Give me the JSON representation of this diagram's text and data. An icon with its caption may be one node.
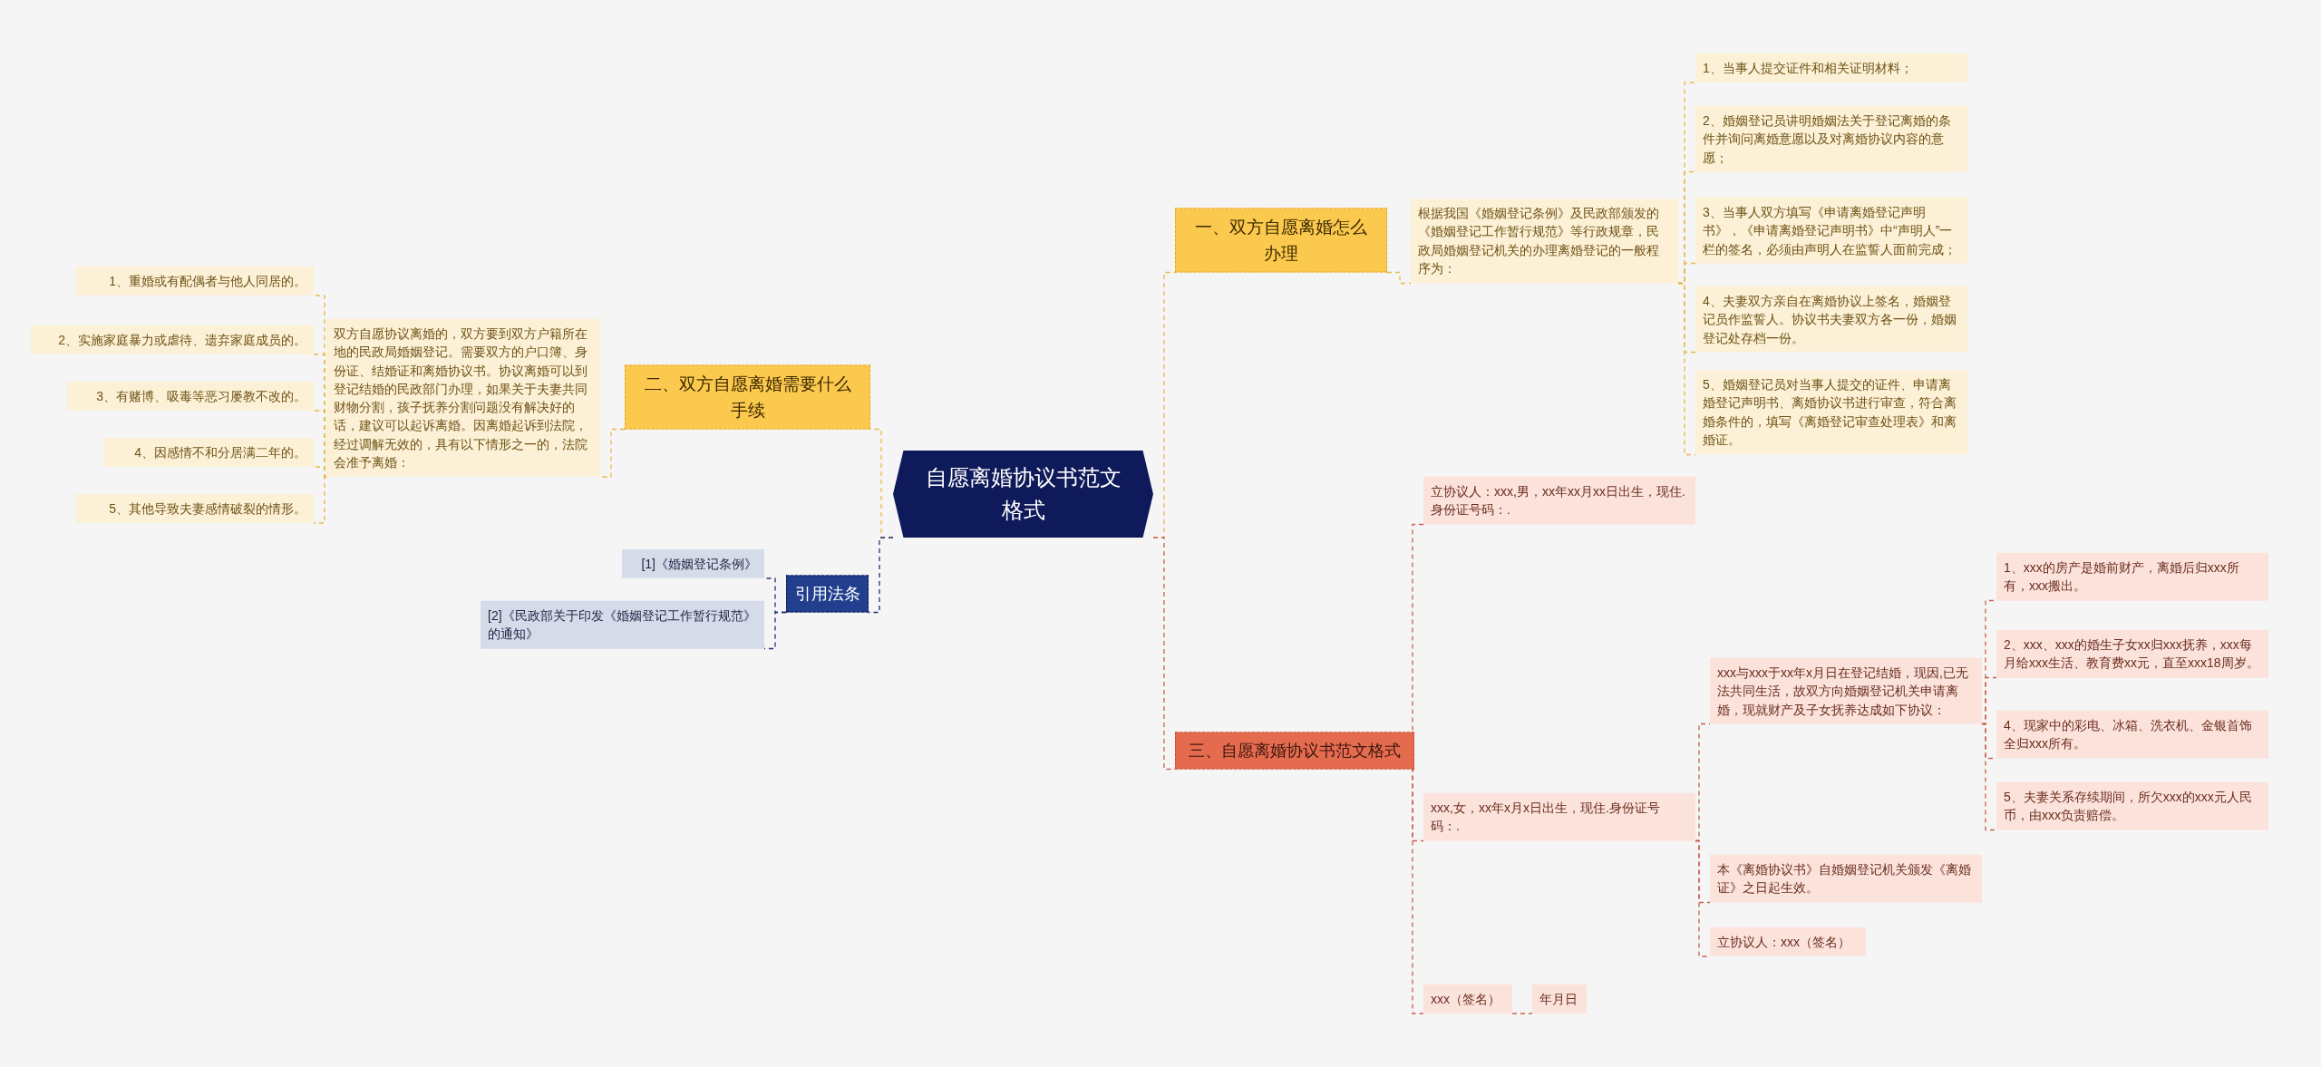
{
  "diagram": {
    "nodes": [
      {
        "text": [
          "自愿离婚协议书范文格式"
        ]
      },
      {
        "text": [
          "一、双方自愿离婚怎么办理"
        ]
      },
      {
        "text": [
          "根据我国《婚姻登记条例》及民政部颁发的《婚姻登记工作暂行规范》等行政规章，民政局婚姻登记机关的办理离婚登记的一般程序为："
        ]
      },
      {
        "text": [
          "1、当事人提交证件和相关证明材料；"
        ]
      },
      {
        "text": [
          "2、婚姻登记员讲明婚姻法关于登记离婚的条件并询问离婚意愿以及对离婚协议内容的意愿；"
        ]
      },
      {
        "text": [
          "3、当事人双方填写《申请离婚登记声明书》，《申请离婚登记声明书》中“声明人”一栏的签名，必须由声明人在监誓人面前完成；"
        ]
      },
      {
        "text": [
          "4、夫妻双方亲自在离婚协议上签名，婚姻登记员作监誓人。协议书夫妻双方各一份，婚姻登记处存档一份。"
        ]
      },
      {
        "text": [
          "5、婚姻登记员对当事人提交的证件、申请离婚登记声明书、离婚协议书进行审查，符合离婚条件的，填写《离婚登记审查处理表》和离婚证。"
        ]
      },
      {
        "text": [
          "二、双方自愿离婚需要什么手续"
        ]
      },
      {
        "text": [
          "双方自愿协议离婚的，双方要到双方户籍所在地的民政局婚姻登记。需要双方的户口簿、身份证、结婚证和离婚协议书。协议离婚可以到登记结婚的民政部门办理，如果关于夫妻共同财物分割，孩子抚养分割问题没有解决好的话，建议可以起诉离婚。因离婚起诉到法院，经过调解无效的，具有以下情形之一的，法院会准予离婚："
        ]
      },
      {
        "text": [
          "1、重婚或有配偶者与他人同居的。"
        ]
      },
      {
        "text": [
          "2、实施家庭暴力或虐待、遗弃家庭成员的。"
        ]
      },
      {
        "text": [
          "3、有赌博、吸毒等恶习屡教不改的。"
        ]
      },
      {
        "text": [
          "4、因感情不和分居满二年的。"
        ]
      },
      {
        "text": [
          "5、其他导致夫妻感情破裂的情形。"
        ]
      },
      {
        "text": [
          "引用法条"
        ]
      },
      {
        "text": [
          "[1]《婚姻登记条例》"
        ]
      },
      {
        "text": [
          "[2]《民政部关于印发《婚姻登记工作暂行规范》的通知》"
        ]
      },
      {
        "text": [
          "三、自愿离婚协议书范文格式"
        ]
      },
      {
        "text": [
          "立协议人：xxx,男，xx年xx月xx日出生，现住.身份证号码：."
        ]
      },
      {
        "text": [
          "xxx,女，xx年x月x日出生，现住.身份证号码：."
        ]
      },
      {
        "text": [
          "xxx与xxx于xx年x月日在登记结婚，现因,已无法共同生活，故双方向婚姻登记机关申请离婚，现就财产及子女抚养达成如下协议："
        ]
      },
      {
        "text": [
          "1、xxx的房产是婚前财产，离婚后归xxx所有，xxx搬出。"
        ]
      },
      {
        "text": [
          "2、xxx、xxx的婚生子女xx归xxx抚养，xxx每月给xxx生活、教育费xx元，直至xxx18周岁。"
        ]
      },
      {
        "text": [
          "4、现家中的彩电、冰箱、洗衣机、金银首饰全归xxx所有。"
        ]
      },
      {
        "text": [
          "5、夫妻关系存续期间，所欠xxx的xxx元人民币，由xxx负责赔偿。"
        ]
      },
      {
        "text": [
          "本《离婚协议书》自婚姻登记机关颁发《离婚证》之日起生效。"
        ]
      },
      {
        "text": [
          "立协议人：xxx（签名）"
        ]
      },
      {
        "text": [
          "xxx（签名）"
        ]
      },
      {
        "text": [
          "年月日"
        ]
      }
    ],
    "edges": [
      {
        "from": 0,
        "to": 1,
        "arrow": "none",
        "style": "dashed"
      },
      {
        "from": 1,
        "to": 2,
        "arrow": "none",
        "style": "dashed"
      },
      {
        "from": 2,
        "to": 3,
        "arrow": "none",
        "style": "dashed"
      },
      {
        "from": 2,
        "to": 4,
        "arrow": "none",
        "style": "dashed"
      },
      {
        "from": 2,
        "to": 5,
        "arrow": "none",
        "style": "dashed"
      },
      {
        "from": 2,
        "to": 6,
        "arrow": "none",
        "style": "dashed"
      },
      {
        "from": 2,
        "to": 7,
        "arrow": "none",
        "style": "dashed"
      },
      {
        "from": 0,
        "to": 8,
        "arrow": "none",
        "style": "dashed"
      },
      {
        "from": 8,
        "to": 9,
        "arrow": "none",
        "style": "dashed"
      },
      {
        "from": 9,
        "to": 10,
        "arrow": "none",
        "style": "dashed"
      },
      {
        "from": 9,
        "to": 11,
        "arrow": "none",
        "style": "dashed"
      },
      {
        "from": 9,
        "to": 12,
        "arrow": "none",
        "style": "dashed"
      },
      {
        "from": 9,
        "to": 13,
        "arrow": "none",
        "style": "dashed"
      },
      {
        "from": 9,
        "to": 14,
        "arrow": "none",
        "style": "dashed"
      },
      {
        "from": 0,
        "to": 15,
        "arrow": "none",
        "style": "dashed",
        "color": "#1f2f6e"
      },
      {
        "from": 15,
        "to": 16,
        "arrow": "none",
        "style": "dashed",
        "color": "#1f2f6e"
      },
      {
        "from": 15,
        "to": 17,
        "arrow": "none",
        "style": "dashed",
        "color": "#1f2f6e"
      },
      {
        "from": 0,
        "to": 18,
        "arrow": "none",
        "style": "dashed",
        "color": "#c8634c"
      },
      {
        "from": 18,
        "to": 19,
        "arrow": "none",
        "style": "dashed",
        "color": "#c8634c"
      },
      {
        "from": 18,
        "to": 20,
        "arrow": "none",
        "style": "dashed",
        "color": "#c8634c"
      },
      {
        "from": 18,
        "to": 28,
        "arrow": "none",
        "style": "dashed",
        "color": "#c8634c"
      },
      {
        "from": 20,
        "to": 21,
        "arrow": "none",
        "style": "dashed",
        "color": "#c8634c"
      },
      {
        "from": 20,
        "to": 26,
        "arrow": "none",
        "style": "dashed",
        "color": "#c8634c"
      },
      {
        "from": 20,
        "to": 27,
        "arrow": "none",
        "style": "dashed",
        "color": "#c8634c"
      },
      {
        "from": 21,
        "to": 22,
        "arrow": "none",
        "style": "dashed",
        "color": "#c8634c"
      },
      {
        "from": 21,
        "to": 23,
        "arrow": "none",
        "style": "dashed",
        "color": "#c8634c"
      },
      {
        "from": 21,
        "to": 24,
        "arrow": "none",
        "style": "dashed",
        "color": "#c8634c"
      },
      {
        "from": 21,
        "to": 25,
        "arrow": "none",
        "style": "dashed",
        "color": "#c8634c"
      },
      {
        "from": 28,
        "to": 29,
        "arrow": "none",
        "style": "dashed",
        "color": "#c8634c"
      }
    ]
  }
}
